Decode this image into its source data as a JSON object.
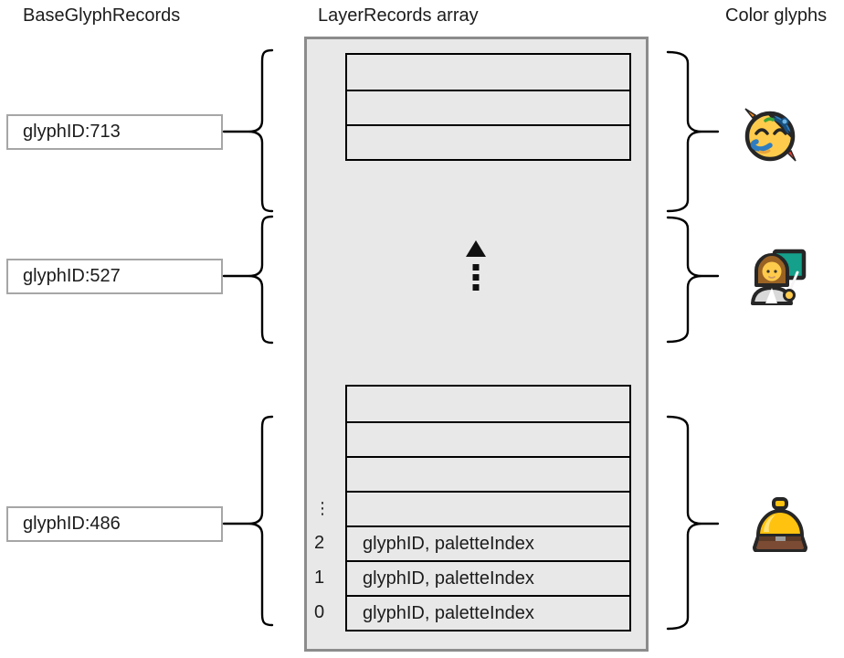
{
  "titles": {
    "base_glyph_records": "BaseGlyphRecords",
    "layer_records": "LayerRecords array",
    "color_glyphs": "Color glyphs"
  },
  "base_glyph_records": [
    {
      "label": "glyphID:713"
    },
    {
      "label": "glyphID:527"
    },
    {
      "label": "glyphID:486"
    }
  ],
  "layer_records_array": {
    "top_group": {
      "empty_row_count": 3
    },
    "bottom_group": {
      "empty_row_count": 4,
      "dots_label": "⋮",
      "rows": [
        {
          "index": "2",
          "label": "glyphID, paletteIndex"
        },
        {
          "index": "1",
          "label": "glyphID, paletteIndex"
        },
        {
          "index": "0",
          "label": "glyphID, paletteIndex"
        }
      ]
    }
  },
  "color_glyphs": [
    {
      "icon": "partying-face-emoji"
    },
    {
      "icon": "woman-teacher-emoji"
    },
    {
      "icon": "bellhop-bell-emoji"
    }
  ],
  "icons": {
    "arrow": "dotted-up-arrow-icon"
  },
  "colors": {
    "array_fill": "#e8e8e8",
    "array_border": "#8c8c8c",
    "row_border": "#000000",
    "box_border": "#a6a6a6",
    "text": "#1c1c1c",
    "emoji_yellow": "#ffcb4c",
    "emoji_blue": "#2f7dc0",
    "emoji_teal": "#14a08a",
    "emoji_gold": "#ffc20e",
    "emoji_brown": "#7b4b33"
  }
}
